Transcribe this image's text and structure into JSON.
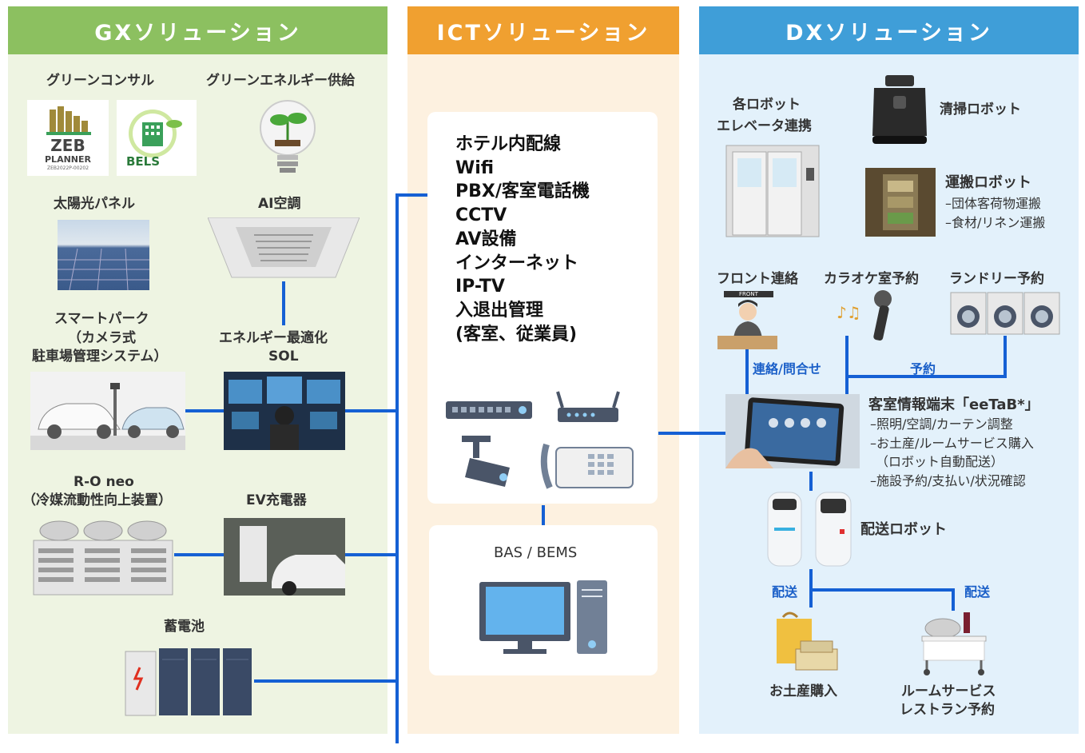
{
  "gx": {
    "title": "GXソリューション",
    "green_consult": "グリーンコンサル",
    "zeb_logo": {
      "line1": "ZEB",
      "line2": "PLANNER",
      "line3": "ZEB2022P-00202"
    },
    "bels_logo": "BELS",
    "green_energy": "グリーンエネルギー供給",
    "solar": "太陽光パネル",
    "ai_aircon": "AI空調",
    "smart_park": [
      "スマートパーク",
      "（カメラ式",
      "駐車場管理システム）"
    ],
    "energy_opt": [
      "エネルギー最適化",
      "SOL"
    ],
    "ro_neo": [
      "R-O neo",
      "（冷媒流動性向上装置）"
    ],
    "ev": "EV充電器",
    "battery": "蓄電池"
  },
  "ict": {
    "title": "ICTソリューション",
    "items": [
      "ホテル内配線",
      "Wifi",
      "PBX/客室電話機",
      "CCTV",
      "AV設備",
      "インターネット",
      "IP-TV",
      "入退出管理",
      "(客室、従業員)"
    ],
    "bas": "BAS / BEMS"
  },
  "dx": {
    "title": "DXソリューション",
    "elevator": [
      "各ロボット",
      "エレベータ連携"
    ],
    "cleaning": "清掃ロボット",
    "transport": {
      "title": "運搬ロボット",
      "items": [
        "–団体客荷物運搬",
        "–食材/リネン運搬"
      ]
    },
    "front": "フロント連絡",
    "front_sign": "FRONT",
    "karaoke": "カラオケ室予約",
    "laundry": "ランドリー予約",
    "contact": "連絡/問合せ",
    "reserve": "予約",
    "eetab": {
      "title": "客室情報端末「eeTaB*」",
      "items": [
        "–照明/空調/カーテン調整",
        "–お土産/ルームサービス購入",
        "（ロボット自動配送）",
        "–施設予約/支払い/状況確認"
      ]
    },
    "delivery": "配送ロボット",
    "deliver_l": "配送",
    "deliver_r": "配送",
    "souvenir": "お土産購入",
    "room_service": [
      "ルームサービス",
      "レストラン予約"
    ]
  },
  "colors": {
    "gx": "#8cc060",
    "ict": "#f0a030",
    "dx": "#3f9ed8",
    "line": "#1560d4"
  }
}
